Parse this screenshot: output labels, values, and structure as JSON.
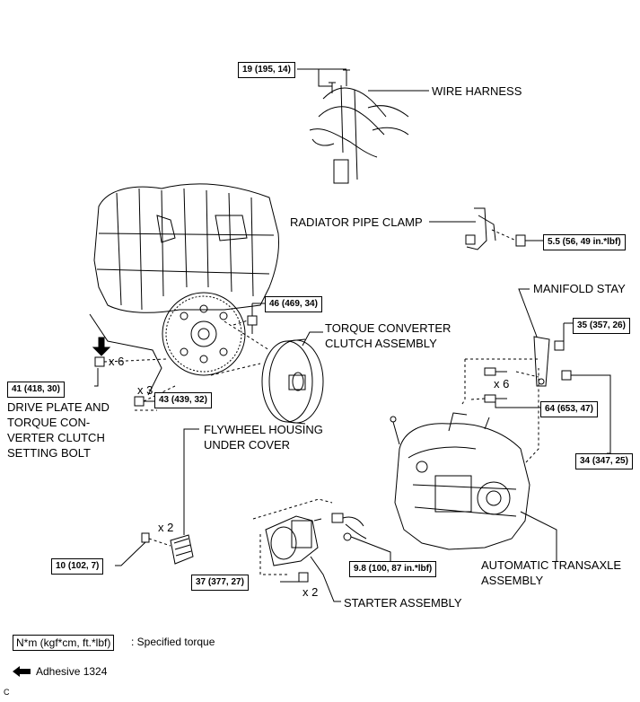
{
  "torques": {
    "t19": "19 (195, 14)",
    "t55": "5.5 (56, 49 in.*lbf)",
    "t46": "46 (469, 34)",
    "t35": "35 (357, 26)",
    "t41": "41 (418, 30)",
    "t43": "43 (439, 32)",
    "t64": "64 (653, 47)",
    "t34": "34 (347, 25)",
    "t10": "10 (102, 7)",
    "t37": "37 (377, 27)",
    "t98": "9.8 (100, 87 in.*lbf)"
  },
  "labels": {
    "wire_harness": "WIRE HARNESS",
    "radiator_pipe_clamp": "RADIATOR PIPE CLAMP",
    "manifold_stay": "MANIFOLD STAY",
    "torque_converter_1": "TORQUE CONVERTER",
    "torque_converter_2": "CLUTCH ASSEMBLY",
    "drive_plate_1": "DRIVE PLATE AND",
    "drive_plate_2": "TORQUE CON-",
    "drive_plate_3": "VERTER CLUTCH",
    "drive_plate_4": "SETTING BOLT",
    "flywheel_1": "FLYWHEEL HOUSING",
    "flywheel_2": "UNDER COVER",
    "transaxle_1": "AUTOMATIC TRANSAXLE",
    "transaxle_2": "ASSEMBLY",
    "starter": "STARTER ASSEMBLY"
  },
  "multipliers": {
    "x6_left": "x 6",
    "x3": "x 3",
    "x6_right": "x 6",
    "x2_cover": "x 2",
    "x2_starter": "x 2"
  },
  "legend": {
    "unit_box": "N*m (kgf*cm, ft.*lbf)",
    "unit_text": ": Specified torque",
    "adhesive": "Adhesive 1324",
    "corner_code": "C"
  }
}
